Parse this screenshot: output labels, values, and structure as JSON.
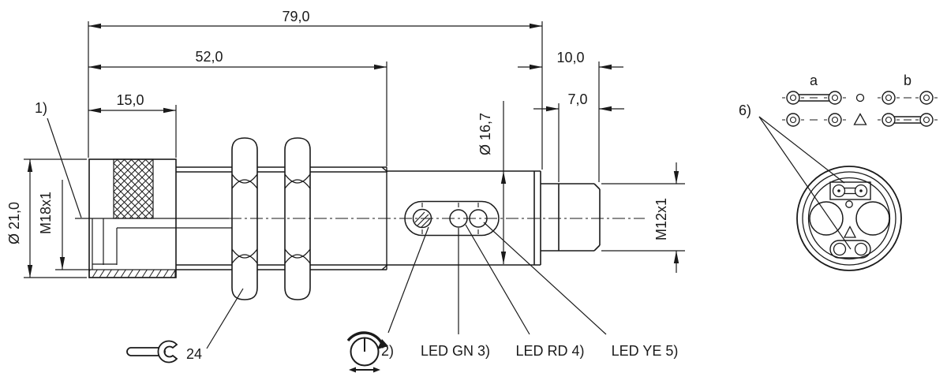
{
  "drawing": {
    "title_hint": "sensor-dimension-drawing",
    "dims": {
      "total_length": "79,0",
      "thread_length": "52,0",
      "sleeve_length": "15,0",
      "connector_length": "10,0",
      "connector_thread_length": "7,0",
      "outer_diameter": "Ø 21,0",
      "housing_thread": "M18x1",
      "rear_diameter": "Ø 16,7",
      "connector_thread": "M12x1",
      "wrench_size": "24"
    },
    "callouts": {
      "note1": "1)",
      "note2": "2)",
      "led_green": "LED GN 3)",
      "led_red": "LED RD 4)",
      "led_yellow": "LED YE 5)",
      "note6": "6)"
    },
    "pinout": {
      "col_a": "a",
      "col_b": "b"
    },
    "colors": {
      "line": "#1a1a1a",
      "background": "#ffffff"
    }
  }
}
